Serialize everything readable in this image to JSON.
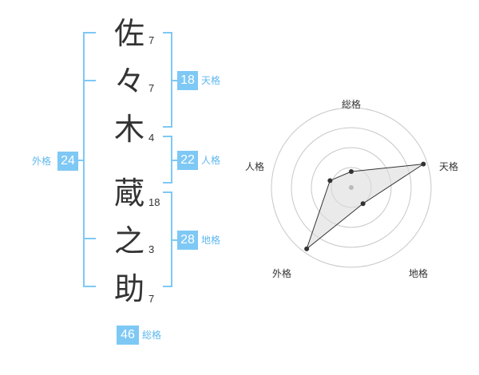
{
  "name": {
    "chars": [
      "佐",
      "々",
      "木",
      "蔵",
      "之",
      "助"
    ],
    "strokes": [
      "7",
      "7",
      "4",
      "18",
      "3",
      "7"
    ]
  },
  "kakusu": {
    "tenkaku": {
      "label": "天格",
      "value": "18"
    },
    "jinkaku": {
      "label": "人格",
      "value": "22"
    },
    "chikaku": {
      "label": "地格",
      "value": "28"
    },
    "gaikaku": {
      "label": "外格",
      "value": "24"
    },
    "soukaku": {
      "label": "総格",
      "value": "46"
    }
  },
  "radar": {
    "axes": [
      "総格",
      "天格",
      "地格",
      "外格",
      "人格"
    ],
    "values": [
      0.2,
      0.95,
      0.25,
      0.95,
      0.28
    ],
    "colors": {
      "ring": "#c8c8c8",
      "fill": "#dcdcdc",
      "line": "#333333",
      "center": "#bbbbbb"
    }
  },
  "colors": {
    "accent": "#7ec8f5",
    "label": "#5fb8ee"
  }
}
